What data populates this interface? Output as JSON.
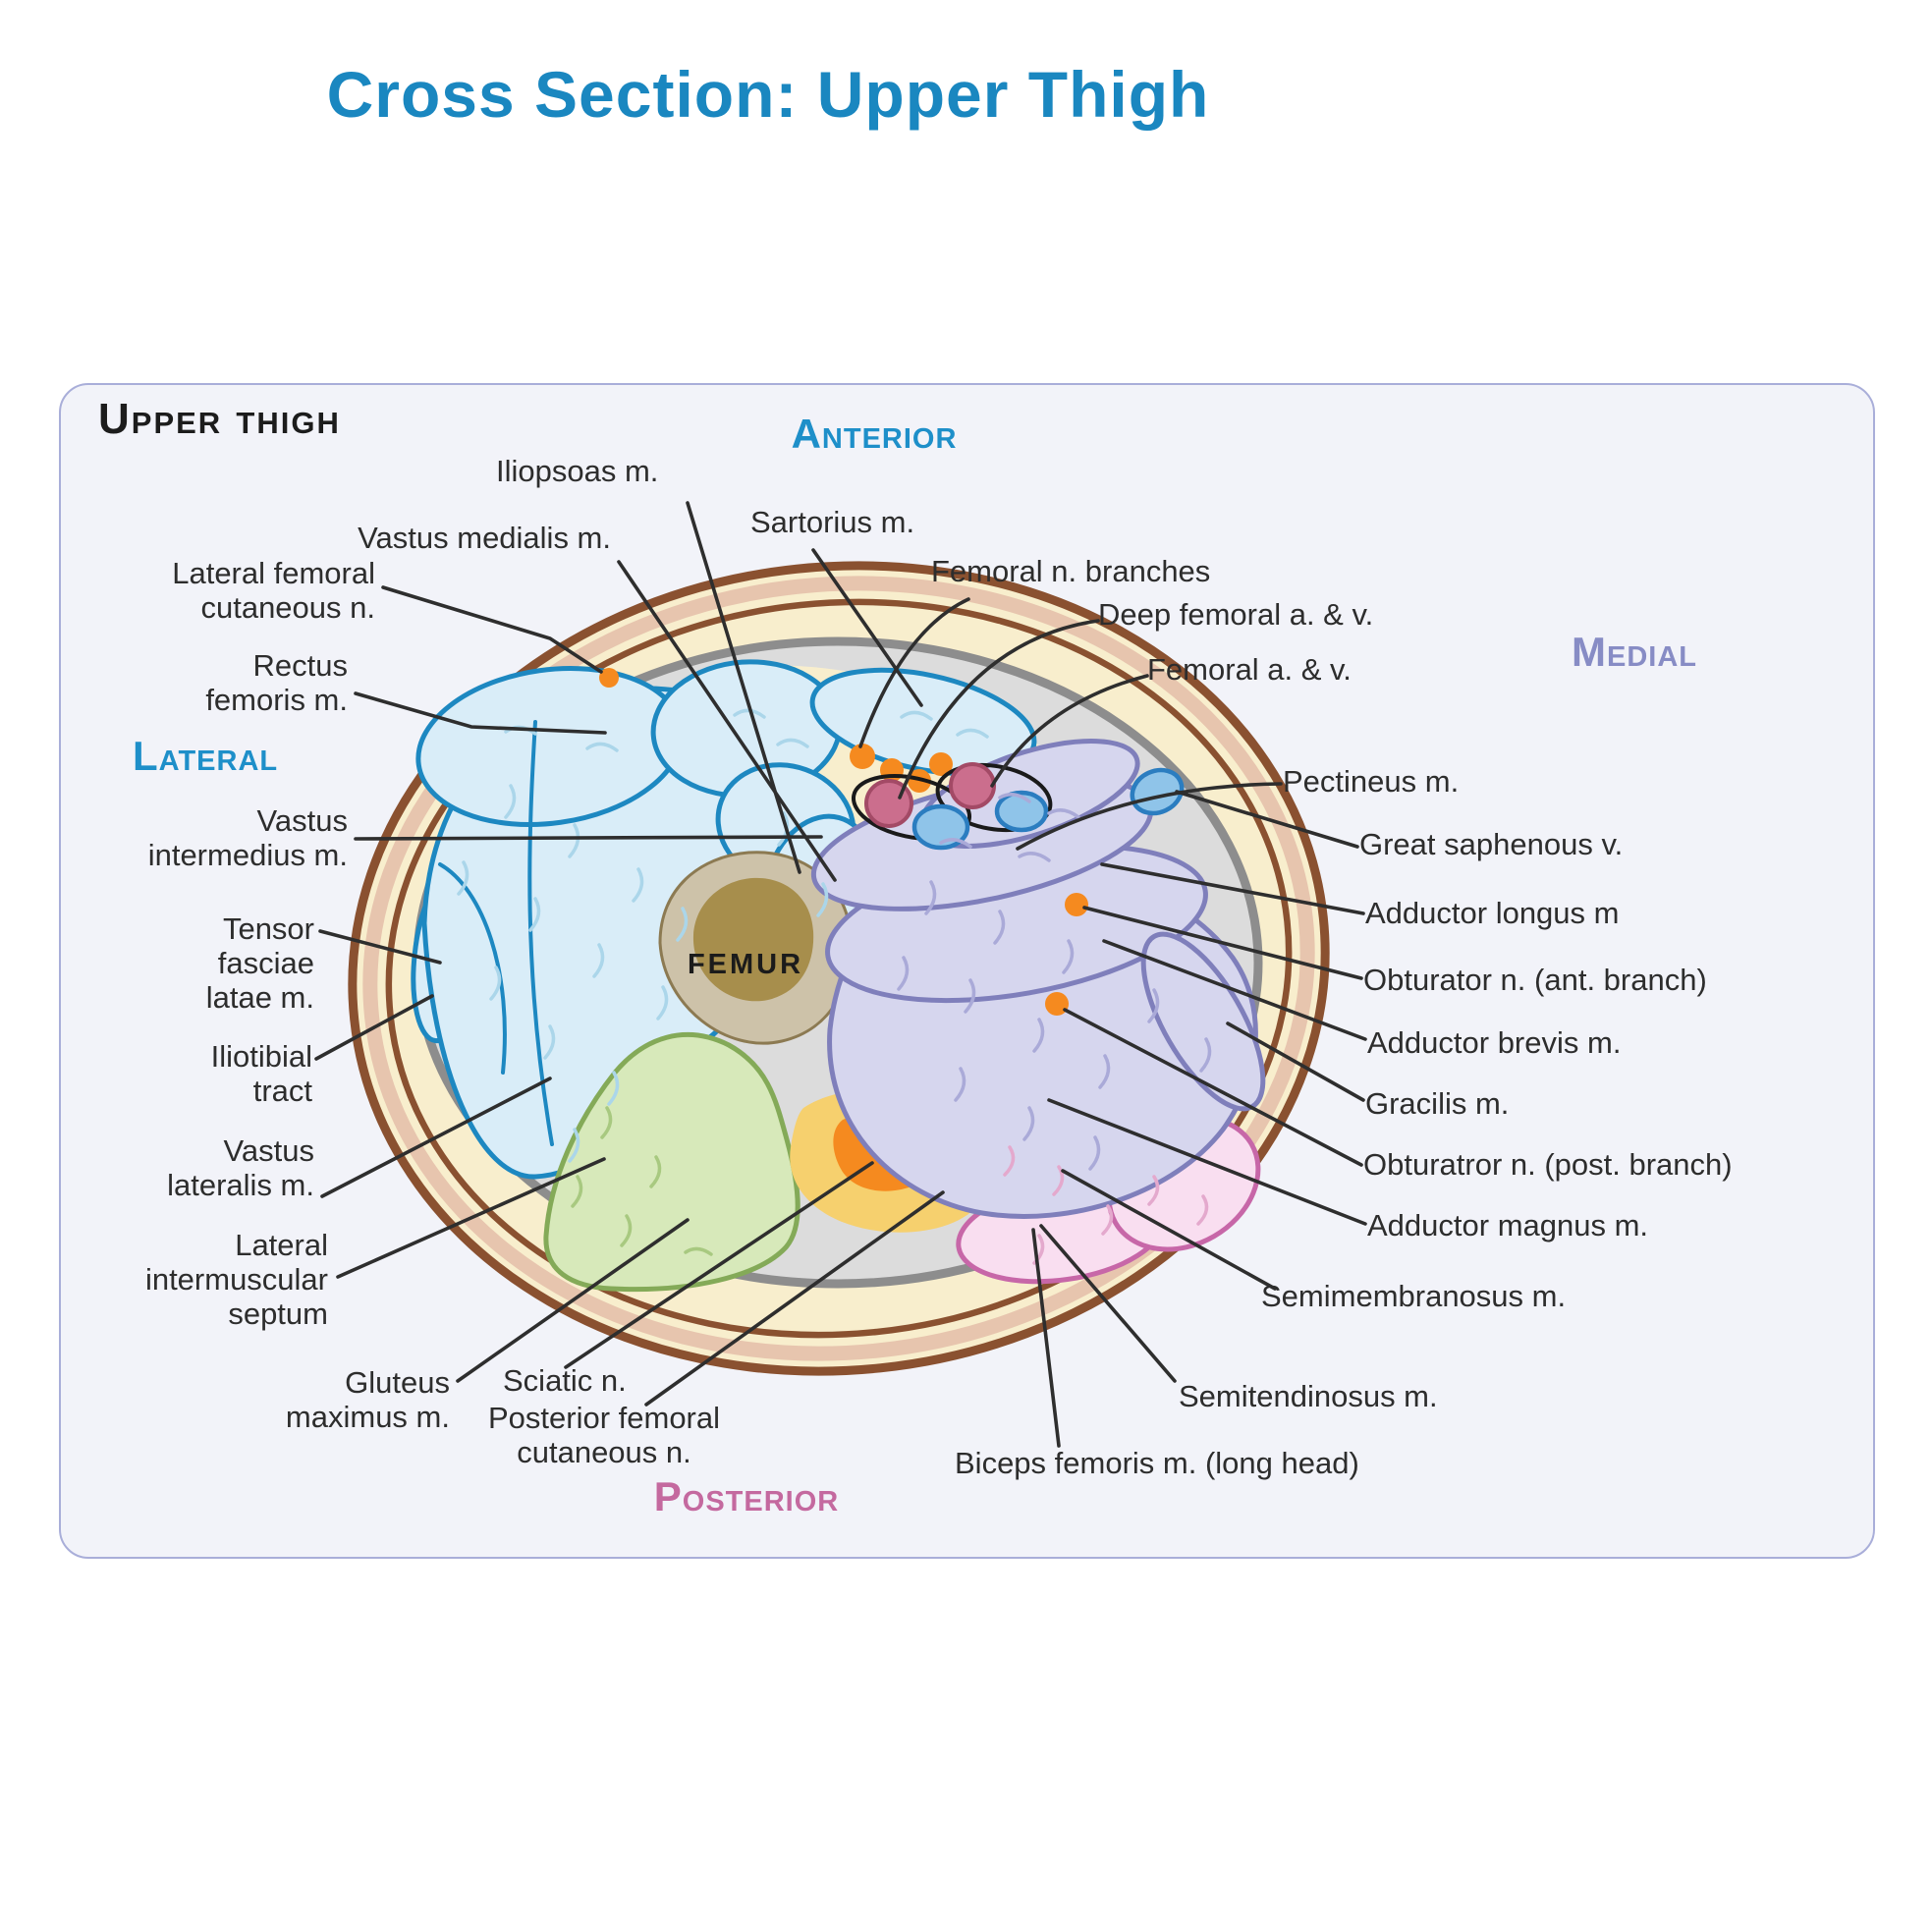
{
  "title": "Cross Section: Upper Thigh",
  "panel": {
    "heading": "Upper thigh"
  },
  "directions": {
    "anterior": "Anterior",
    "posterior": "Posterior",
    "medial": "Medial",
    "lateral": "Lateral"
  },
  "femur_label": "FEMUR",
  "labels": {
    "iliopsoas": {
      "text": "Iliopsoas m."
    },
    "vastus_medialis": {
      "text": "Vastus medialis m."
    },
    "lateral_femoral_cutaneous": {
      "text": "Lateral femoral\ncutaneous n."
    },
    "rectus_femoris": {
      "text": "Rectus\nfemoris m."
    },
    "vastus_intermedius": {
      "text": "Vastus\nintermedius m."
    },
    "tensor_fasciae_latae": {
      "text": "Tensor\nfasciae\nlatae m."
    },
    "iliotibial_tract": {
      "text": "Iliotibial\ntract"
    },
    "vastus_lateralis": {
      "text": "Vastus\nlateralis m."
    },
    "lateral_intermuscular_septum": {
      "text": "Lateral\nintermuscular\nseptum"
    },
    "gluteus_maximus": {
      "text": "Gluteus\nmaximus m."
    },
    "sciatic": {
      "text": "Sciatic n."
    },
    "posterior_femoral_cutaneous": {
      "text": "Posterior femoral\ncutaneous n."
    },
    "biceps_femoris": {
      "text": "Biceps femoris m. (long head)"
    },
    "semitendinosus": {
      "text": "Semitendinosus m."
    },
    "semimembranosus": {
      "text": "Semimembranosus m."
    },
    "adductor_magnus": {
      "text": "Adductor magnus m."
    },
    "obturator_post": {
      "text": "Obturatror n. (post. branch)"
    },
    "gracilis": {
      "text": "Gracilis m."
    },
    "adductor_brevis": {
      "text": "Adductor brevis m."
    },
    "obturator_ant": {
      "text": "Obturator n. (ant. branch)"
    },
    "adductor_longus": {
      "text": "Adductor longus m"
    },
    "great_saphenous": {
      "text": "Great saphenous v."
    },
    "pectineus": {
      "text": "Pectineus m."
    },
    "femoral_av": {
      "text": "Femoral a. & v."
    },
    "deep_femoral_av": {
      "text": "Deep femoral a. & v."
    },
    "femoral_n_branches": {
      "text": "Femoral n. branches"
    },
    "sartorius": {
      "text": "Sartorius m."
    }
  },
  "colors": {
    "page_bg": "#ffffff",
    "panel_bg": "#f2f3f9",
    "panel_border": "#a9aed9",
    "title": "#1a87c0",
    "heading": "#1c1c1c",
    "label": "#2d2d2d",
    "leader": "#2e2e2e",
    "anterior_dir": "#1e8fc9",
    "lateral_dir": "#1e8fc9",
    "medial_dir": "#878cc5",
    "posterior_dir": "#c4699f",
    "skin": "#8a5130",
    "skin_band": "#e7c5ae",
    "fat": "#f8eecd",
    "fascia_line": "#8d8d8d",
    "fascia_bg": "#dcdcdc",
    "ant_fill": "#d9edf8",
    "ant_stroke": "#1d88c1",
    "ant_fiber": "#abd6ea",
    "med_fill": "#d6d6ee",
    "med_stroke": "#7f7fbb",
    "med_fiber": "#aaaad8",
    "post_fill": "#f9def0",
    "post_stroke": "#c767a8",
    "post_fiber": "#e4a9cd",
    "glut_fill": "#d7e9ba",
    "glut_stroke": "#84aa58",
    "glut_fiber": "#a8c980",
    "bone_outer": "#cdc2a9",
    "bone_inner": "#a78e4c",
    "bone_stroke": "#8c7a52",
    "nerve": "#f58a1f",
    "fat_pocket": "#f6d06e",
    "artery_fill": "#cb6e8d",
    "artery_stroke": "#a34a66",
    "vein_fill": "#8fc4e9",
    "vein_stroke": "#2b7dc0",
    "bundle_outline": "#1a1a1a"
  }
}
